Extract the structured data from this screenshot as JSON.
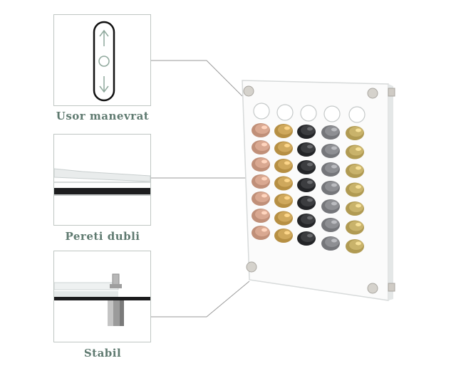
{
  "features": [
    {
      "id": "slot",
      "caption": "Usor manevrat",
      "icon": "slot-arrows-icon"
    },
    {
      "id": "double-wall",
      "caption": "Pereti dubli",
      "icon": "double-layer-edge-icon"
    },
    {
      "id": "stable",
      "caption": "Stabil",
      "icon": "standoff-screw-icon"
    }
  ],
  "capsule_colors": [
    "#d9a891",
    "#cfa85c",
    "#3c3d40",
    "#8e8f93",
    "#c9b36b"
  ],
  "capsules_per_column": 7,
  "colors": {
    "caption": "#5f7a70",
    "panel_border": "#bfc6c3",
    "connector": "#9a9a9a",
    "holder_board": "#fbfbfb"
  }
}
